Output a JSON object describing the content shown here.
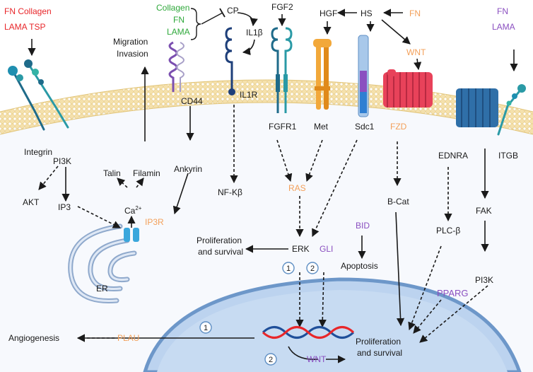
{
  "colors": {
    "red": "#e8262a",
    "green": "#2ea83a",
    "orange": "#f3a05a",
    "purple": "#8a4fc0",
    "membrane": "#f2dca5",
    "cytoplasm": "#f7f9fd",
    "nucleus": "#bcd3ef",
    "er": "#c6d6ec"
  },
  "ecm_ligands": {
    "integrin_ligands_row1": "FN  Collagen",
    "integrin_ligands_row2": "LAMA   TSP",
    "cp_inhibitors": [
      "Collagen",
      "FN",
      "LAMA"
    ],
    "itgb_ligands": [
      "FN",
      "LAMA"
    ]
  },
  "extracellular": {
    "cp": "CP",
    "il1b": "IL1β",
    "fgf2": "FGF2",
    "hgf": "HGF",
    "hs": "HS",
    "fn": "FN",
    "wnt_ligand": "WNT",
    "migration": "Migration",
    "invasion": "Invasion"
  },
  "receptors": {
    "integrin": "Integrin",
    "cd44": "CD44",
    "il1r": "IL1R",
    "fgfr1": "FGFR1",
    "met": "Met",
    "sdc1": "Sdc1",
    "fzd": "FZD",
    "ednra": "EDNRA",
    "itgb": "ITGB"
  },
  "cytoplasm": {
    "pi3k_left": "PI3K",
    "akt": "AKT",
    "ip3": "IP3",
    "talin": "Talin",
    "filamin": "Filamin",
    "ca2": "Ca",
    "ca2_sup": "2+",
    "ankyrin": "Ankyrin",
    "ip3r": "IP3R",
    "er": "ER",
    "nfkb": "NF-Kβ",
    "ras": "RAS",
    "erk": "ERK",
    "gli": "GLI",
    "bid": "BID",
    "apoptosis": "Apoptosis",
    "prolif_top_1": "Proliferation",
    "prolif_top_2": "and survival",
    "bcat": "B-Cat",
    "plcb": "PLC-β",
    "fak": "FAK",
    "pi3k_right": "PI3K",
    "pparg": "PPARG"
  },
  "nucleus": {
    "step1": "1",
    "step2": "2",
    "wnt": "WNT",
    "prolif_bottom_1": "Proliferation",
    "prolif_bottom_2": "and survival"
  },
  "outside": {
    "angiogenesis": "Angiogenesis",
    "plau": "PLAU"
  }
}
